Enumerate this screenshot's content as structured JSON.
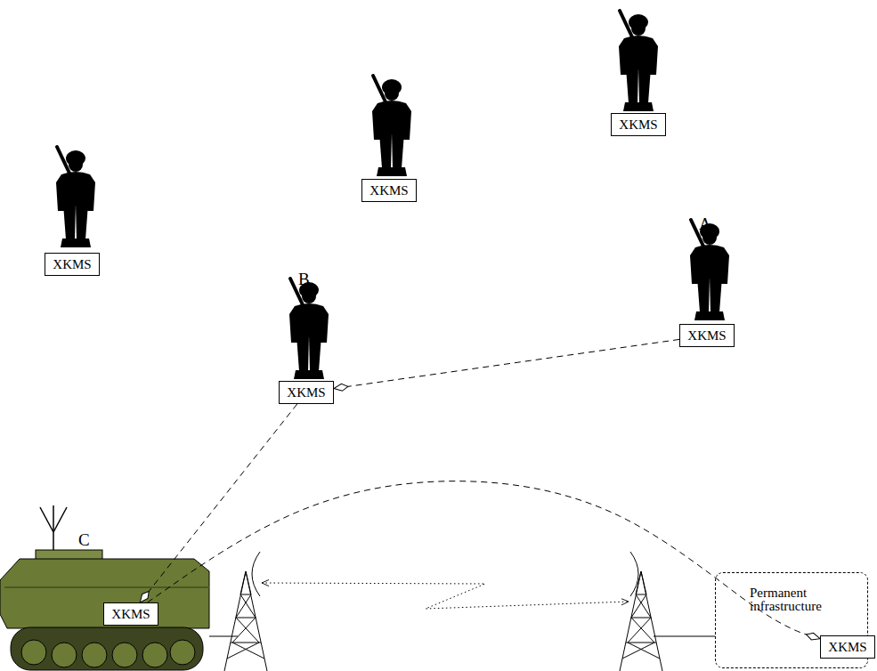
{
  "diagram": {
    "nodes": [
      {
        "text": [
          "XKMS"
        ]
      },
      {
        "text": [
          "XKMS"
        ]
      },
      {
        "text": [
          "XKMS"
        ]
      },
      {
        "text": [
          "XKMS"
        ]
      },
      {
        "text": [
          "XKMS"
        ]
      },
      {
        "text": [
          "XKMS"
        ]
      },
      {
        "text": [
          "Permanent infrastructure"
        ]
      },
      {
        "text": [
          "XKMS"
        ],
        "in": 6
      }
    ],
    "edges": [
      {
        "from": 3,
        "to": 4,
        "arrow": "to"
      },
      {
        "from": 4,
        "to": 5,
        "arrow": "to"
      },
      {
        "from": 5,
        "to": 7,
        "arrow": "to"
      }
    ],
    "labels": [
      "A",
      "B",
      "C"
    ]
  }
}
